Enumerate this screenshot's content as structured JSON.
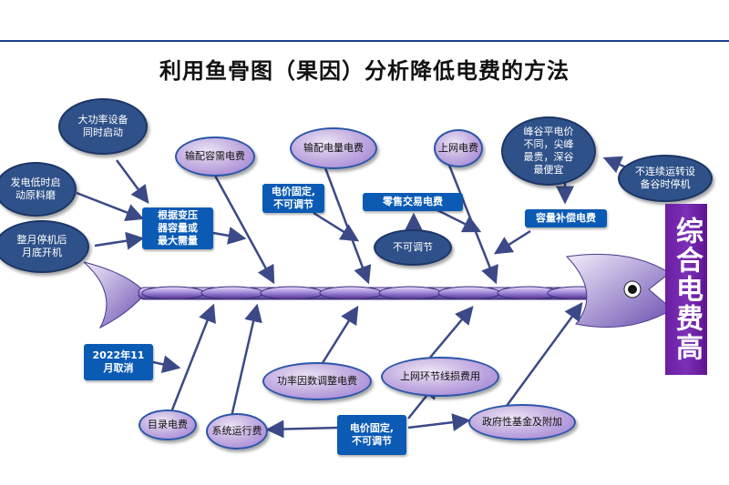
{
  "title": "利用鱼骨图（果因）分析降低电费的方法",
  "result": "综合电费高",
  "top_dark_ovals": [
    "大功率设备\n同时启动",
    "发电低时启\n动原料磨",
    "整月停机后\n月底开机",
    "峰谷平电价\n不同，尖峰\n最贵，深谷\n最便宜",
    "不连续运转设\n备谷时停机",
    "不可调节"
  ],
  "top_grad_ovals": [
    "输配容需电费",
    "输配电量电费",
    "上网电费"
  ],
  "top_boxes": [
    "根据变压\n器容量或\n最大需量",
    "电价固定,\n不可调节",
    "零售交易电费",
    "容量补偿电费"
  ],
  "bottom_box_left": "2022年11\n月取消",
  "bottom_box_center": "电价固定,\n不可调节",
  "bottom_grad_ovals": [
    "功率因数调整电费",
    "上网环节线损费用",
    "目录电费",
    "系统运行费",
    "政府性基金及附加"
  ]
}
